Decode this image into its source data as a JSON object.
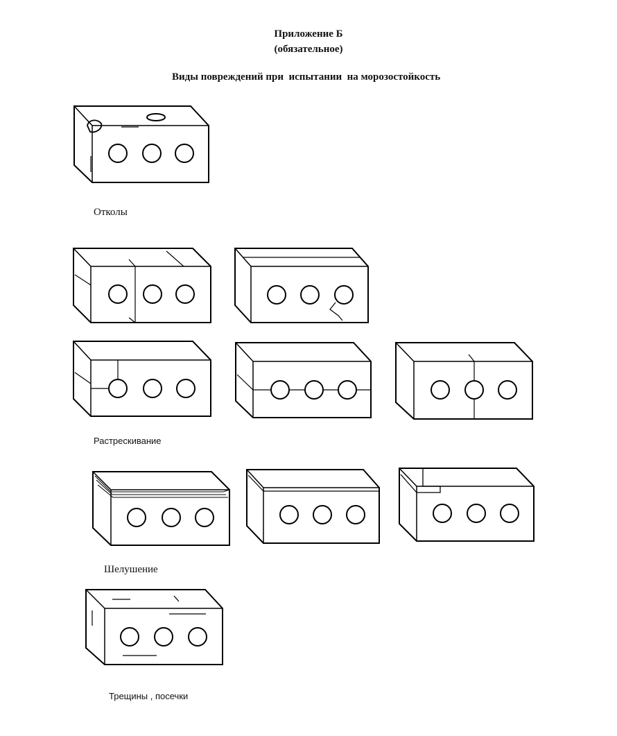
{
  "header": {
    "title": "Приложение Б",
    "note": "(обязательное)",
    "heading": "Виды повреждений при  испытании  на морозостойкость"
  },
  "sections": {
    "chips": "Отколы",
    "cracking": "Растрескивание",
    "peeling": "Шелушение",
    "fissures": "Трещины , посечки"
  },
  "figures": [
    {
      "group": "chips",
      "defect": "chip"
    },
    {
      "group": "cracking",
      "defect": "crack"
    },
    {
      "group": "cracking",
      "defect": "crack"
    },
    {
      "group": "cracking",
      "defect": "crack"
    },
    {
      "group": "cracking",
      "defect": "crack"
    },
    {
      "group": "cracking",
      "defect": "crack"
    },
    {
      "group": "peeling",
      "defect": "peel"
    },
    {
      "group": "peeling",
      "defect": "peel"
    },
    {
      "group": "peeling",
      "defect": "peel"
    },
    {
      "group": "fissures",
      "defect": "fissure"
    }
  ]
}
